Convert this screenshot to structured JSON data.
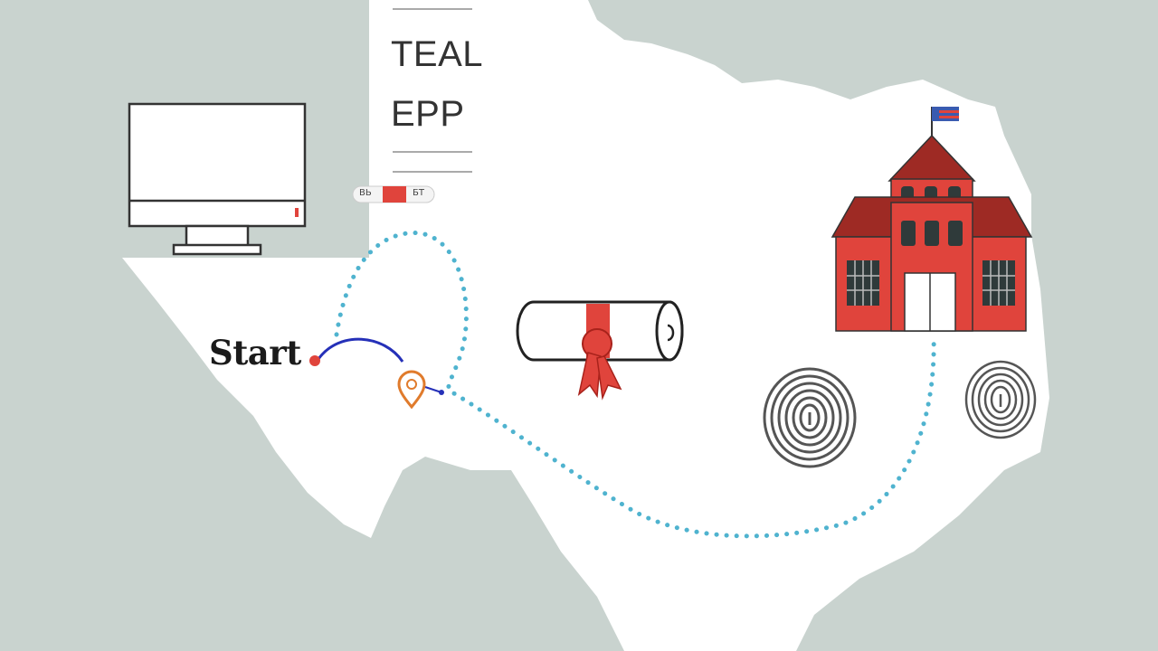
{
  "panel": {
    "line1": "TEAL",
    "line2": "EPP"
  },
  "toggle": {
    "left_label": "ВЬ",
    "right_label": "БТ"
  },
  "route": {
    "start_label": "Start"
  },
  "icons": {
    "computer": "monitor-icon",
    "diploma": "diploma-scroll-icon",
    "school": "school-building-icon",
    "fingerprint": "fingerprint-icon",
    "location": "map-pin-icon",
    "flag": "flag-icon"
  },
  "colors": {
    "background": "#c9d3cf",
    "land": "#ffffff",
    "dotted_path": "#4fb3cf",
    "solid_path": "#2530b8",
    "accent_red": "#e0443c",
    "pin": "#e07b2c"
  }
}
